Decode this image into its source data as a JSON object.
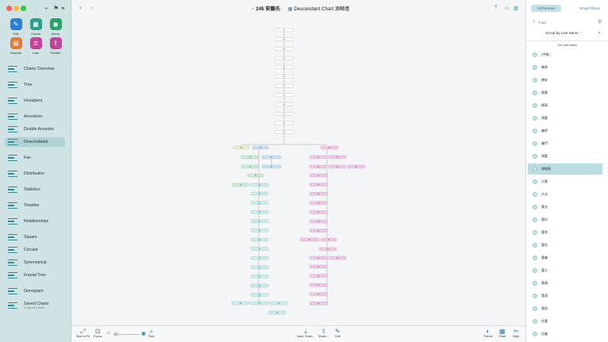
{
  "window": {
    "title": "Descendant Chart 源頼基",
    "count_label": "245 安藤氏"
  },
  "toolbar_apps": [
    {
      "label": "Edit",
      "color": "#2c7fd8",
      "glyph": "✎"
    },
    {
      "label": "Charts",
      "color": "#2a9d8f",
      "glyph": "▦"
    },
    {
      "label": "Views",
      "color": "#2aa36b",
      "glyph": "◉"
    },
    {
      "label": "Reports",
      "color": "#e07b39",
      "glyph": "▤"
    },
    {
      "label": "Lists",
      "color": "#c2449a",
      "glyph": "≣"
    },
    {
      "label": "Publish",
      "color": "#c2449a",
      "glyph": "⇪"
    }
  ],
  "nav": [
    {
      "label": "Charts Overview",
      "icon": "charts-overview-icon"
    },
    {
      "label": "Tree",
      "icon": "tree-icon"
    },
    {
      "label": "Hourglass",
      "icon": "hourglass-icon"
    },
    {
      "label": "Ancestors",
      "icon": "ancestors-icon"
    },
    {
      "label": "Double Ancestor",
      "icon": "double-ancestor-icon"
    },
    {
      "label": "Descendants",
      "icon": "descendants-icon",
      "selected": true
    },
    {
      "label": "Fan",
      "icon": "fan-icon"
    },
    {
      "label": "Distribution",
      "icon": "distribution-icon"
    },
    {
      "label": "Statistics",
      "icon": "statistics-icon"
    },
    {
      "label": "Timeline",
      "icon": "timeline-icon"
    },
    {
      "label": "Relationships",
      "icon": "relationships-icon"
    },
    {
      "label": "Square",
      "icon": "square-icon"
    },
    {
      "label": "Circular",
      "icon": "circular-icon"
    },
    {
      "label": "Symmetrical",
      "icon": "symmetrical-icon"
    },
    {
      "label": "Fractal Tree",
      "icon": "fractal-tree-icon"
    },
    {
      "label": "Genogram",
      "icon": "genogram-icon"
    },
    {
      "label": "Saved Charts",
      "icon": "saved-charts-icon",
      "sub": "0 Saved Charts"
    }
  ],
  "bottom_tools": [
    {
      "label": "Size to Fit",
      "glyph": "⤢"
    },
    {
      "label": "Focus",
      "glyph": "⊡"
    },
    {
      "label": "Find",
      "glyph": "⌕"
    },
    {
      "label": "Save Chart...",
      "glyph": "⤓"
    },
    {
      "label": "Share...",
      "glyph": "⇪"
    },
    {
      "label": "Edit",
      "glyph": "✎"
    },
    {
      "label": "Theme",
      "glyph": "◐"
    },
    {
      "label": "Chart",
      "glyph": "▦"
    },
    {
      "label": "Style",
      "glyph": "✂"
    }
  ],
  "right": {
    "tabs": [
      "All Persons",
      "Smart Filters"
    ],
    "search_placeholder": "Find",
    "group_by": "Group by Last Name",
    "section": "No Last Name",
    "persons": [
      "(中略)",
      "頼資",
      "頼安",
      "頼重",
      "頼清",
      "満重",
      "義明",
      "義門",
      "満重",
      "源頼基",
      "大重",
      "大治",
      "重允",
      "重好",
      "重常",
      "重信",
      "重義",
      "重之",
      "重親",
      "重清",
      "勝成",
      "信重",
      "信義"
    ]
  },
  "colors": {
    "sidebar": "#cfe3e4",
    "green": "#c9eed8",
    "blue": "#c9e1f4",
    "teal": "#c7eeec",
    "pink": "#f3c6e6",
    "white": "#ffffff",
    "line": "#8a8f93",
    "accent": "#2f7fa8"
  }
}
